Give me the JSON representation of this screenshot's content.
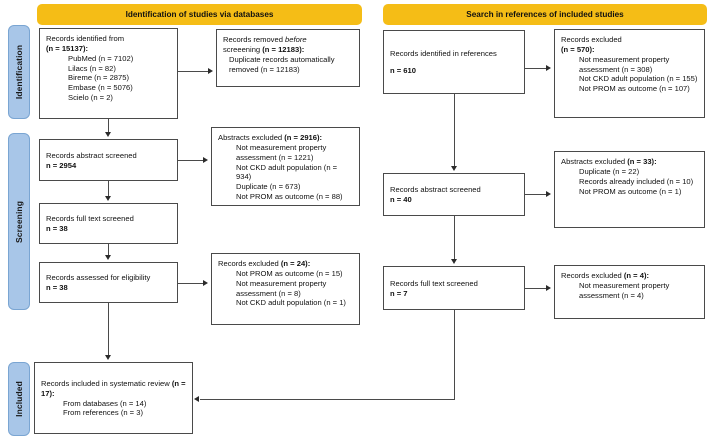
{
  "diagram": {
    "title": "PRISMA flow diagram of study selection",
    "accent_yellow": "#f5bd16",
    "accent_blue": "#a8c6e8",
    "box_border": "#4a4a4a"
  },
  "phases": [
    {
      "id": "identification",
      "label": "Identification"
    },
    {
      "id": "screening",
      "label": "Screening"
    },
    {
      "id": "included",
      "label": "Included"
    }
  ],
  "headers": {
    "databases": "Identification of studies via databases",
    "references": "Search in references of included studies"
  },
  "databases_column": {
    "identified": {
      "lead": "Records identified from",
      "lead_count": "(n = 15137):",
      "sources": [
        "PubMed (n = 7102)",
        "Lilacs (n = 82)",
        "Bireme (n = 2875)",
        "Embase (n = 5076)",
        "Scielo (n = 2)"
      ]
    },
    "removed": {
      "lead_a": "Records removed ",
      "lead_italic": "before",
      "lead_b": "screeening ",
      "lead_count": "(n = 12183):",
      "detail": "Duplicate records automatically removed (n = 12183)"
    },
    "abstract_screened": {
      "label": "Records abstract screened",
      "count": "n = 2954"
    },
    "abstracts_excluded": {
      "lead": "Abstracts excluded ",
      "lead_count": "(n = 2916):",
      "reasons": [
        "Not measurement property assessment (n = 1221)",
        "Not CKD adult population (n = 934)",
        "Duplicate (n = 673)",
        "Not PROM as outcome (n = 88)"
      ]
    },
    "full_text_screened": {
      "label": "Records full text screened",
      "count": "n = 38"
    },
    "assessed_eligibility": {
      "label": "Records assessed for eligibility",
      "count": "n = 38"
    },
    "records_excluded": {
      "lead": "Records excluded ",
      "lead_count": "(n = 24):",
      "reasons": [
        "Not PROM as outcome (n = 15)",
        "Not measurement property assessment (n = 8)",
        "Not CKD adult population (n = 1)"
      ]
    }
  },
  "references_column": {
    "identified": {
      "label": "Records identified in references",
      "count": "n = 610"
    },
    "excluded_identified": {
      "lead": "Records excluded",
      "lead_count": "(n = 570):",
      "reasons": [
        "Not measurement property assessment (n = 308)",
        "Not CKD adult population (n = 155)",
        "Not PROM as outcome (n = 107)"
      ]
    },
    "abstract_screened": {
      "label": "Records abstract screened",
      "count": "n = 40"
    },
    "abstracts_excluded": {
      "lead": "Abstracts excluded ",
      "lead_count": "(n = 33):",
      "reasons": [
        "Duplicate (n = 22)",
        "Records already included (n = 10)",
        "Not PROM as outcome (n = 1)"
      ]
    },
    "full_text_screened": {
      "label": "Records full text screened",
      "count": "n = 7"
    },
    "records_excluded": {
      "lead": "Records excluded ",
      "lead_count": "(n = 4):",
      "reasons": [
        "Not measurement property assessment (n = 4)"
      ]
    }
  },
  "included_box": {
    "lead": "Records included in systematic review ",
    "lead_count": "(n = 17):",
    "sources": [
      "From databases (n = 14)",
      "From references (n = 3)"
    ]
  }
}
